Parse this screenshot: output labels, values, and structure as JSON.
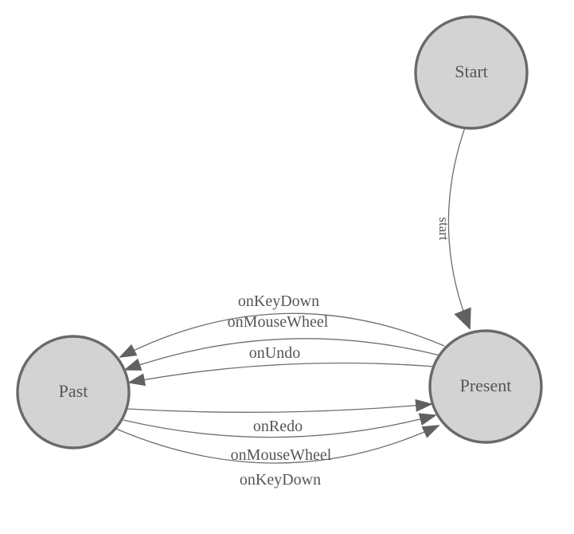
{
  "diagram": {
    "type": "state-diagram",
    "background": "#ffffff",
    "colors": {
      "node_fill": "#d3d3d3",
      "node_stroke": "#6a6a6a",
      "edge_stroke": "#6f6f6f",
      "arrow_fill": "#616161",
      "label_color": "#53565a"
    },
    "nodes": [
      {
        "id": "start",
        "label": "Start"
      },
      {
        "id": "present",
        "label": "Present"
      },
      {
        "id": "past",
        "label": "Past"
      }
    ],
    "edges": [
      {
        "from": "Start",
        "to": "Present",
        "label": "start"
      },
      {
        "from": "Present",
        "to": "Past",
        "label": "onKeyDown"
      },
      {
        "from": "Present",
        "to": "Past",
        "label": "onMouseWheel"
      },
      {
        "from": "Present",
        "to": "Past",
        "label": "onUndo"
      },
      {
        "from": "Past",
        "to": "Present",
        "label": "onRedo"
      },
      {
        "from": "Past",
        "to": "Present",
        "label": "onMouseWheel"
      },
      {
        "from": "Past",
        "to": "Present",
        "label": "onKeyDown"
      }
    ]
  }
}
